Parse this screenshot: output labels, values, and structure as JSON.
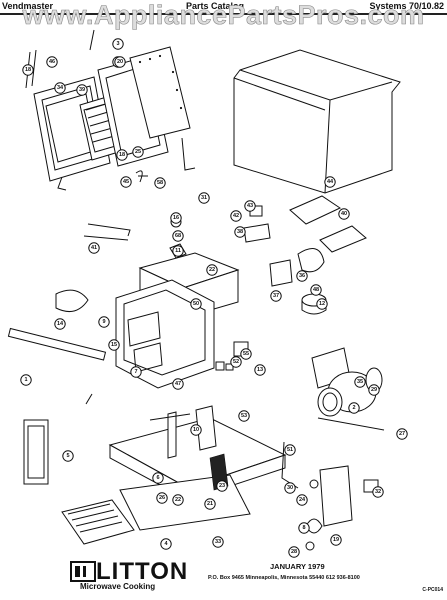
{
  "header": {
    "left": "Vendmaster",
    "center": "Parts Catalog",
    "right": "Systems 70/10.82"
  },
  "watermark": "www.AppliancePartsPros.com",
  "callouts": [
    "3",
    "17",
    "18",
    "46",
    "34",
    "20",
    "39",
    "18",
    "25",
    "45",
    "58",
    "31",
    "16",
    "68",
    "11",
    "42",
    "43",
    "44",
    "40",
    "38",
    "41",
    "36",
    "37",
    "12",
    "22",
    "55",
    "13",
    "47",
    "48",
    "35",
    "50",
    "9",
    "52",
    "15",
    "2",
    "1",
    "14",
    "51",
    "10",
    "23",
    "33",
    "53",
    "5",
    "27",
    "7",
    "29",
    "30",
    "32",
    "24",
    "8",
    "28",
    "19",
    "6",
    "26",
    "22",
    "4",
    "21"
  ],
  "footer": {
    "logo": "LITTON",
    "tagline": "Microwave Cooking",
    "date": "JANUARY 1979",
    "address": "P.O. Box 9465   Minneapolis, Minnesota 55440   612 936-8100",
    "code": "C-PC014"
  }
}
